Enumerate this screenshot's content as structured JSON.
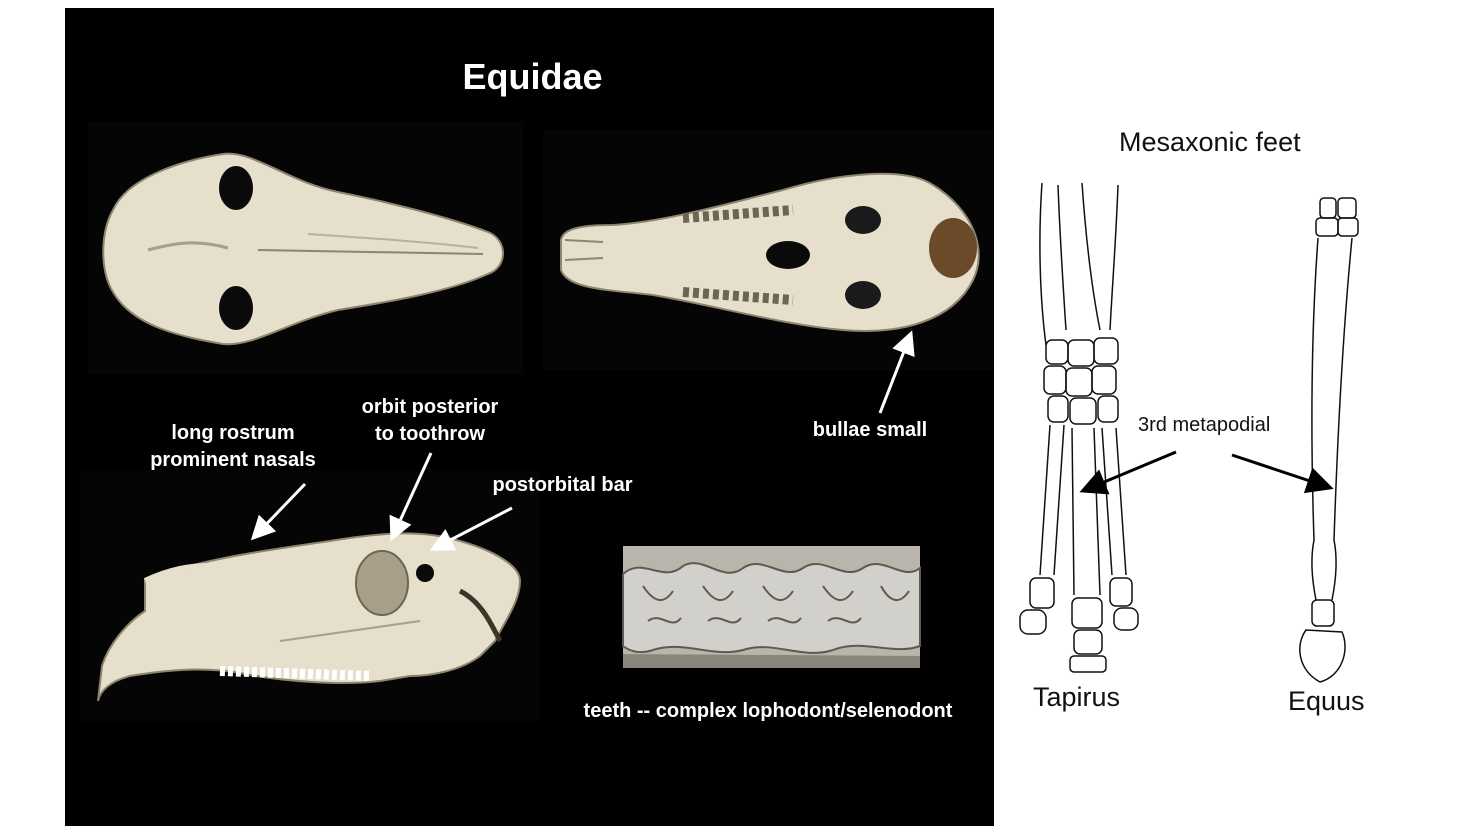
{
  "left_panel": {
    "title": "Equidae",
    "labels": {
      "rostrum_line1": "long rostrum",
      "rostrum_line2": "prominent nasals",
      "orbit_line1": "orbit posterior",
      "orbit_line2": "to toothrow",
      "postorbital": "postorbital bar",
      "bullae": "bullae small",
      "teeth": "teeth -- complex lophodont/selenodont"
    },
    "images": [
      "skull-dorsal-view",
      "skull-ventral-view",
      "skull-lateral-view",
      "molar-teeth-closeup"
    ]
  },
  "right_panel": {
    "title": "Mesaxonic feet",
    "metapodial_label": "3rd metapodial",
    "tapirus_label": "Tapirus",
    "equus_label": "Equus"
  },
  "colors": {
    "slide_bg": "#000000",
    "bone": "#e6dfcc",
    "bone_shadow": "#a79f87",
    "text_light": "#ffffff"
  }
}
